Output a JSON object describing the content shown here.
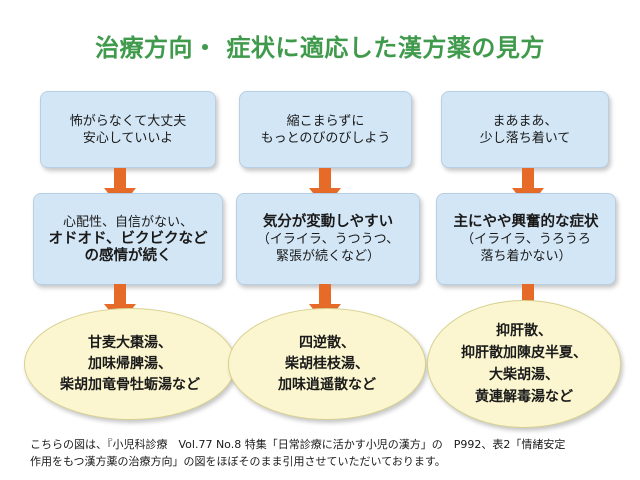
{
  "title": "治療方向・ 症状に適応した漢方薬の見方",
  "columns": [
    {
      "top_box": [
        "怖がらなくて大丈夫",
        "安心していいよ"
      ],
      "mid_box": [
        "心配性、自信がない、",
        "オドオド、ビクビクなど",
        "の感情が続く"
      ],
      "remedy": [
        "甘麦大棗湯、",
        "加味帰脾湯、",
        "柴胡加竜骨牡蛎湯など"
      ]
    },
    {
      "top_box": [
        "縮こまらずに",
        "もっとのびのびしよう"
      ],
      "mid_box": [
        "気分が変動しやすい",
        "（イライラ、うつうつ、",
        "緊張が続くなど）"
      ],
      "remedy": [
        "四逆散、",
        "柴胡桂枝湯、",
        "加味逍遥散など"
      ]
    },
    {
      "top_box": [
        "まあまあ、",
        "少し落ち着いて"
      ],
      "mid_box": [
        "主にやや興奮的な症状",
        "（イライラ、うろうろ",
        "落ち着かない）"
      ],
      "remedy": [
        "抑肝散、",
        "抑肝散加陳皮半夏、",
        "大柴胡湯、",
        "黄連解毒湯など"
      ]
    }
  ],
  "footnote": [
    "こちらの図は、『小児科診療　Vol.77 No.8 特集「日常診療に活かす小児の漢方」の　P992、表2「情緒安定",
    "作用をもつ漢方薬の治療方向」の図をほぼそのまま引用させていただいております。"
  ],
  "colors": {
    "title": "#3f9a4b",
    "box_fill": "#d3e6f5",
    "oval_fill": "#fbf6cf",
    "arrow": "#e66a28"
  }
}
